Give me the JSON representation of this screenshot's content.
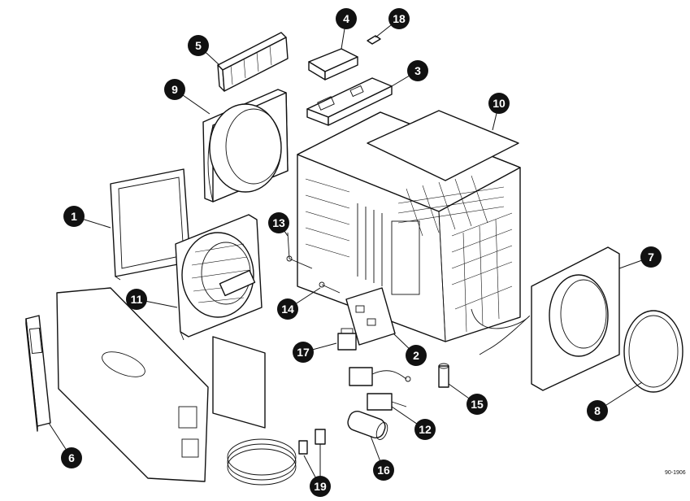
{
  "diagram": {
    "drawing_code": "90-1906",
    "callouts": [
      "1",
      "2",
      "3",
      "4",
      "5",
      "6",
      "7",
      "8",
      "9",
      "10",
      "11",
      "12",
      "13",
      "14",
      "15",
      "16",
      "17",
      "18",
      "19"
    ]
  }
}
